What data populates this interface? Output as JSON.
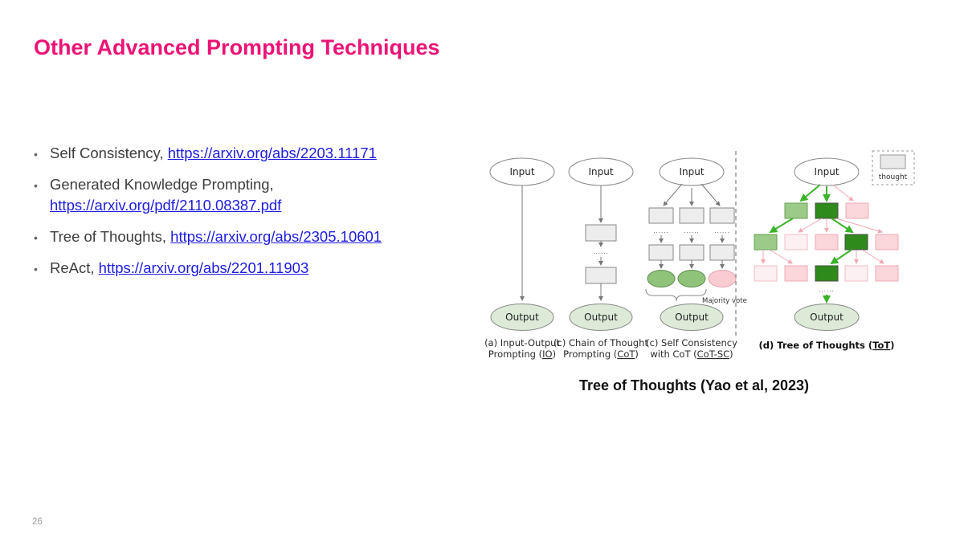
{
  "slide": {
    "title": "Other Advanced Prompting Techniques",
    "page_number": "26",
    "bullet_char": "•",
    "title_color": "#ec1374",
    "link_color": "#1d1de0"
  },
  "bullets": [
    {
      "text": "Self Consistency,",
      "link": "https://arxiv.org/abs/2203.11171"
    },
    {
      "text": "Generated Knowledge Prompting,",
      "link": "https://arxiv.org/pdf/2110.08387.pdf"
    },
    {
      "text": "Tree of Thoughts,",
      "link": "https://arxiv.org/abs/2305.10601"
    },
    {
      "text": "ReAct,",
      "link": "https://arxiv.org/abs/2201.11903"
    }
  ],
  "figure": {
    "caption": "Tree of Thoughts (Yao et al, 2023)",
    "labels": {
      "input": "Input",
      "output": "Output",
      "dots": "......",
      "majority_vote": "Majority vote",
      "thought": "thought"
    },
    "panel_captions": [
      {
        "line1": "(a) Input-Output",
        "line2_pre": "Prompting (",
        "line2_u": "IO",
        "line2_post": ")"
      },
      {
        "line1": "(c) Chain of Thought",
        "line2_pre": "Prompting (",
        "line2_u": "CoT",
        "line2_post": ")"
      },
      {
        "line1": "(c) Self Consistency",
        "line2_pre": "with CoT (",
        "line2_u": "CoT-SC",
        "line2_post": ")"
      },
      {
        "line1_pre": "(d) Tree of Thoughts (",
        "line1_u": "ToT",
        "line1_post": ")"
      }
    ],
    "colors": {
      "box_gray_fill": "#ededed",
      "box_gray_stroke": "#888888",
      "output_fill": "#dcead7",
      "arrow_gray": "#777777",
      "sc_green": "#8fc379",
      "sc_pink": "#f9ccd2",
      "tree_green_dark": "#2e8a1a",
      "tree_green_light": "#9cca89",
      "tree_green_arrow": "#3bb32a",
      "tree_pink_box": "#fbd6da",
      "tree_pink_faint": "#fdf0f2",
      "tree_pink_arrow": "#f3a8b4"
    }
  }
}
